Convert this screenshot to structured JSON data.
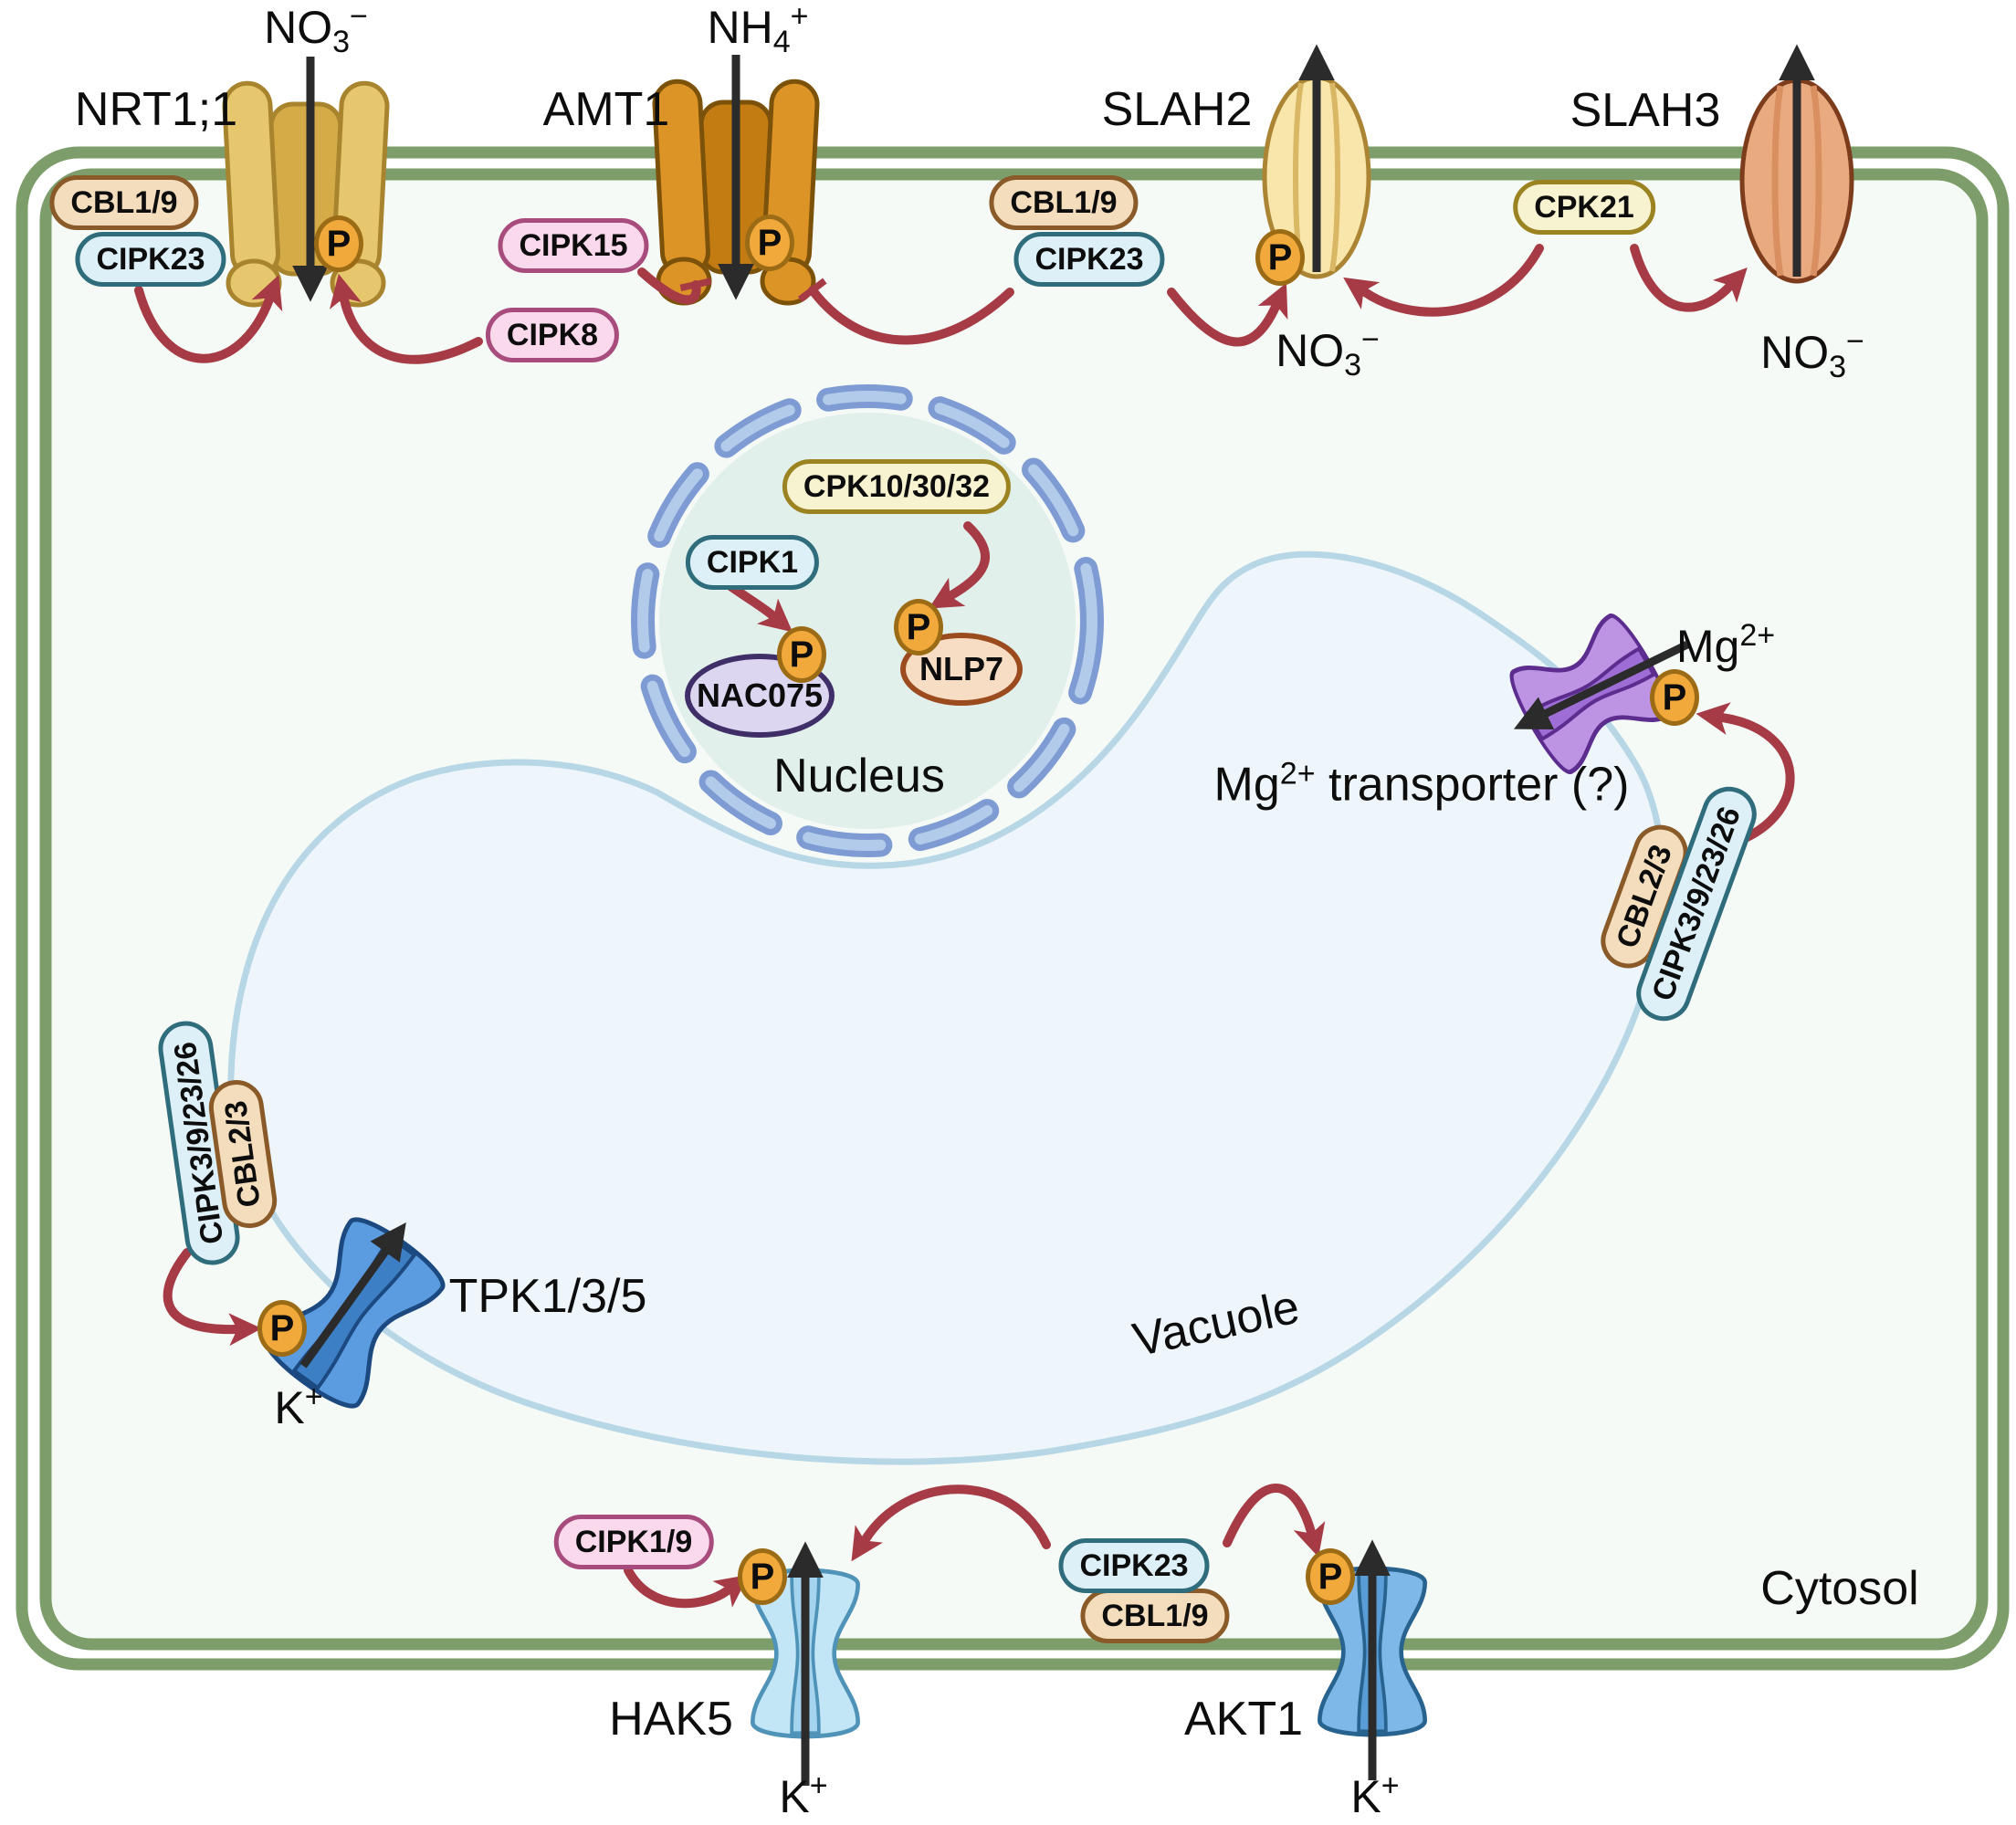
{
  "colors": {
    "membrane_green": "#7d9d6b",
    "arrow_red": "#a63b46",
    "arrow_black": "#2b2b2b",
    "phospho_orange": "#f2a93b",
    "vacuole_fill": "#eef6fb",
    "nucleus_fill": "#e2f0ec",
    "cbl_pill": "#f3ddbd",
    "cipk_pill": "#def0f7",
    "pink_pill": "#f9d9eb",
    "cpk_pill": "#f7f2cf"
  },
  "compartments": {
    "cytosol": "Cytosol",
    "vacuole": "Vacuole",
    "nucleus": "Nucleus"
  },
  "transporters": {
    "nrt11": "NRT1;1",
    "amt1": "AMT1",
    "slah2": "SLAH2",
    "slah3": "SLAH3",
    "tpk": "TPK1/3/5",
    "hak5": "HAK5",
    "akt1": "AKT1",
    "mg_base": "Mg",
    "mg_sup": "2+",
    "mg_rest": " transporter (?)"
  },
  "regulators": {
    "cbl19": "CBL1/9",
    "cipk23": "CIPK23",
    "cipk15": "CIPK15",
    "cipk8": "CIPK8",
    "cpk21": "CPK21",
    "cpk103032": "CPK10/30/32",
    "cipk1": "CIPK1",
    "cipk19": "CIPK1/9",
    "cbl23": "CBL2/3",
    "cipk392326": "CIPK3/9/23/26"
  },
  "tf": {
    "nac075": "NAC075",
    "nlp7": "NLP7"
  },
  "badges": {
    "phospho": "P"
  },
  "ions": {
    "no3": {
      "base": "NO",
      "sub": "3",
      "sup": "−"
    },
    "nh4": {
      "base": "NH",
      "sub": "4",
      "sup": "+"
    },
    "k": {
      "base": "K",
      "sup": "+"
    },
    "mg": {
      "base": "Mg",
      "sup": "2+"
    }
  }
}
